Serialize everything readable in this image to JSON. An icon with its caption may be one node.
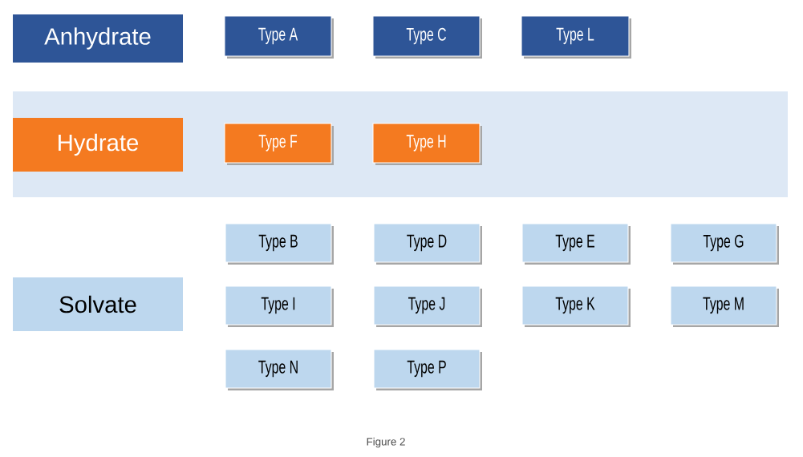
{
  "diagram": {
    "caption": "Figure 2",
    "nodes": [
      {
        "text": [
          "Anhydrate"
        ]
      },
      {
        "text": [
          "Type A"
        ]
      },
      {
        "text": [
          "Type C"
        ]
      },
      {
        "text": [
          "Type L"
        ]
      },
      {
        "text": [],
        "shape": "band"
      },
      {
        "text": [
          "Hydrate"
        ],
        "in": 4
      },
      {
        "text": [
          "Type F"
        ],
        "in": 4
      },
      {
        "text": [
          "Type H"
        ],
        "in": 4
      },
      {
        "text": [
          "Solvate"
        ]
      },
      {
        "text": [
          "Type B"
        ]
      },
      {
        "text": [
          "Type D"
        ]
      },
      {
        "text": [
          "Type E"
        ]
      },
      {
        "text": [
          "Type G"
        ]
      },
      {
        "text": [
          "Type I"
        ]
      },
      {
        "text": [
          "Type J"
        ]
      },
      {
        "text": [
          "Type K"
        ]
      },
      {
        "text": [
          "Type M"
        ]
      },
      {
        "text": [
          "Type N"
        ]
      },
      {
        "text": [
          "Type P"
        ]
      }
    ]
  }
}
